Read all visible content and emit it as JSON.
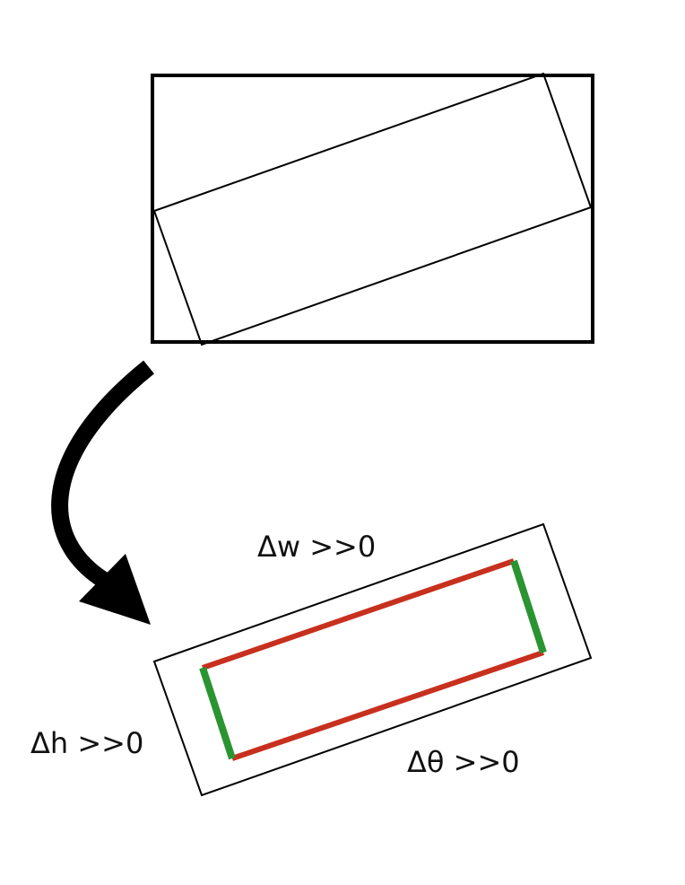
{
  "labels": {
    "delta_w": "Δw >>0",
    "delta_h": "Δh >>0",
    "delta_theta": "Δθ >>0"
  },
  "colors": {
    "outline": "#000000",
    "width_edges": "#c8301e",
    "height_edges": "#2a9430",
    "arrow": "#000000"
  }
}
